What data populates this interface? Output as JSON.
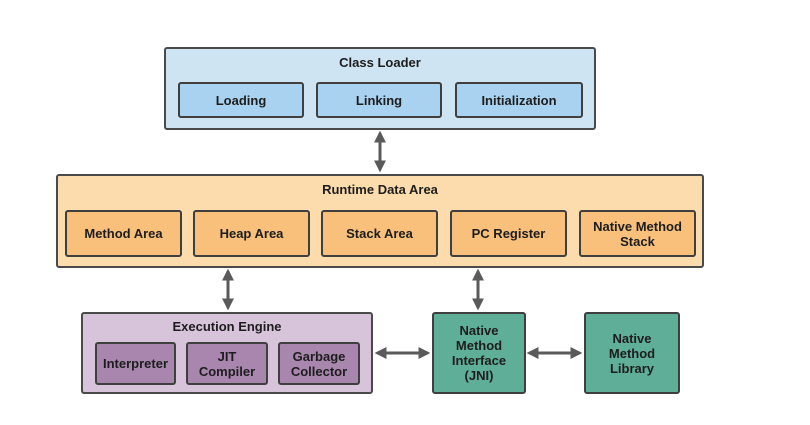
{
  "class_loader": {
    "title": "Class Loader",
    "items": [
      "Loading",
      "Linking",
      "Initialization"
    ]
  },
  "runtime_data_area": {
    "title": "Runtime Data Area",
    "items": [
      "Method Area",
      "Heap Area",
      "Stack Area",
      "PC Register",
      "Native Method Stack"
    ]
  },
  "execution_engine": {
    "title": "Execution Engine",
    "items": [
      "Interpreter",
      "JIT Compiler",
      "Garbage Collector"
    ]
  },
  "native_method_interface": "Native Method Interface (JNI)",
  "native_method_library": "Native Method Library",
  "colors": {
    "class_loader_bg": "#cfe4f3",
    "class_loader_box": "#a9d2f0",
    "runtime_bg": "#fcdcad",
    "runtime_box": "#f8c07b",
    "engine_bg": "#d7c3da",
    "engine_box": "#a886ae",
    "native_box": "#5fae97",
    "arrow": "#5a5a5a"
  }
}
